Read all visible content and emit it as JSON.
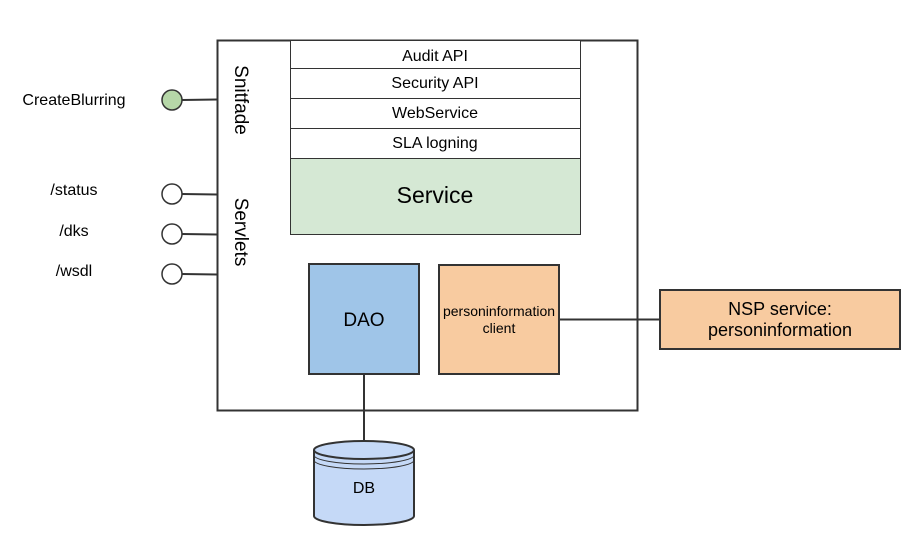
{
  "interfaces": {
    "create_blurring": "CreateBlurring",
    "status": "/status",
    "dks": "/dks",
    "wsdl": "/wsdl"
  },
  "container": {
    "snitflade": "Snitfade",
    "servlets": "Servlets"
  },
  "layers": {
    "audit_api": "Audit API",
    "security_api": "Security API",
    "webservice": "WebService",
    "sla_logning": "SLA logning",
    "service": "Service"
  },
  "components": {
    "dao": "DAO",
    "personinformation_client_line1": "personinformation",
    "personinformation_client_line2": "client",
    "nsp_service_line1": "NSP service:",
    "nsp_service_line2": "personinformation",
    "db": "DB"
  },
  "colors": {
    "service_fill": "#d5e8d4",
    "dao_fill": "#9fc5e8",
    "client_fill": "#f8cba0",
    "nsp_fill": "#f8cba0",
    "db_fill": "#c5d9f7",
    "create_blurring_port": "#b6d7a8",
    "stroke": "#000000"
  }
}
